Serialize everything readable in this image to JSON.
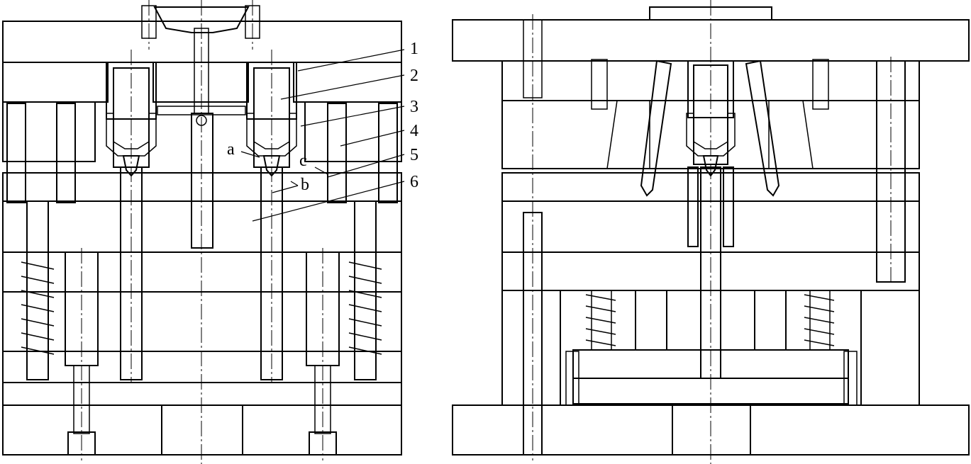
{
  "figure": {
    "part_labels": [
      "1",
      "2",
      "3",
      "4",
      "5",
      "6"
    ],
    "feature_labels": [
      "a",
      "b",
      "c"
    ]
  },
  "colors": {
    "line": "#000000",
    "background": "#ffffff"
  }
}
